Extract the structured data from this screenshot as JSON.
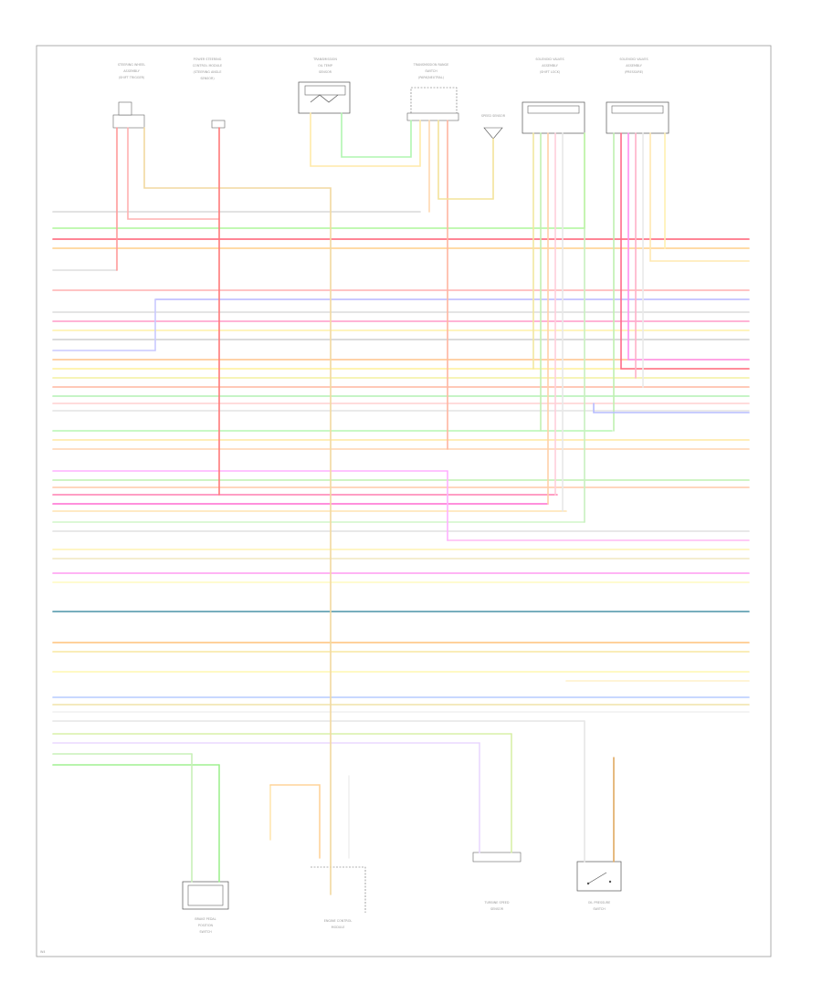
{
  "diagram": {
    "components": {
      "comp_1": {
        "lines": [
          "STEERING WHEEL",
          "ASSEMBLY",
          "(SHIFT TRIGGER)"
        ]
      },
      "comp_2": {
        "lines": [
          "POWER STEERING",
          "CONTROL MODULE",
          "(STEERING ANGLE",
          "SENSOR)"
        ]
      },
      "comp_3": {
        "lines": [
          "TRANSMISSION",
          "OIL TEMP",
          "SENSOR"
        ]
      },
      "comp_4": {
        "lines": [
          "TRANSMISSION RANGE",
          "SWITCH",
          "(PARK/NEUTRAL)"
        ]
      },
      "comp_5": {
        "lines": [
          "SPEED SENSOR"
        ]
      },
      "comp_6": {
        "lines": [
          "SOLENOID VALVES",
          "ASSEMBLY",
          "(SHIFT LOCK)"
        ]
      },
      "comp_7": {
        "lines": [
          "SOLENOID VALVES",
          "ASSEMBLY",
          "(PRESSURE)"
        ]
      },
      "comp_8": {
        "lines": [
          "BRAKE PEDAL",
          "POSITION",
          "SWITCH"
        ]
      },
      "comp_9": {
        "lines": [
          "ENGINE CONTROL",
          "MODULE"
        ]
      },
      "comp_10": {
        "lines": [
          "TURBINE SPEED",
          "SENSOR"
        ]
      },
      "comp_11": {
        "lines": [
          "OIL PRESSURE",
          "SWITCH"
        ]
      }
    },
    "footer": {
      "id": "W4"
    }
  }
}
